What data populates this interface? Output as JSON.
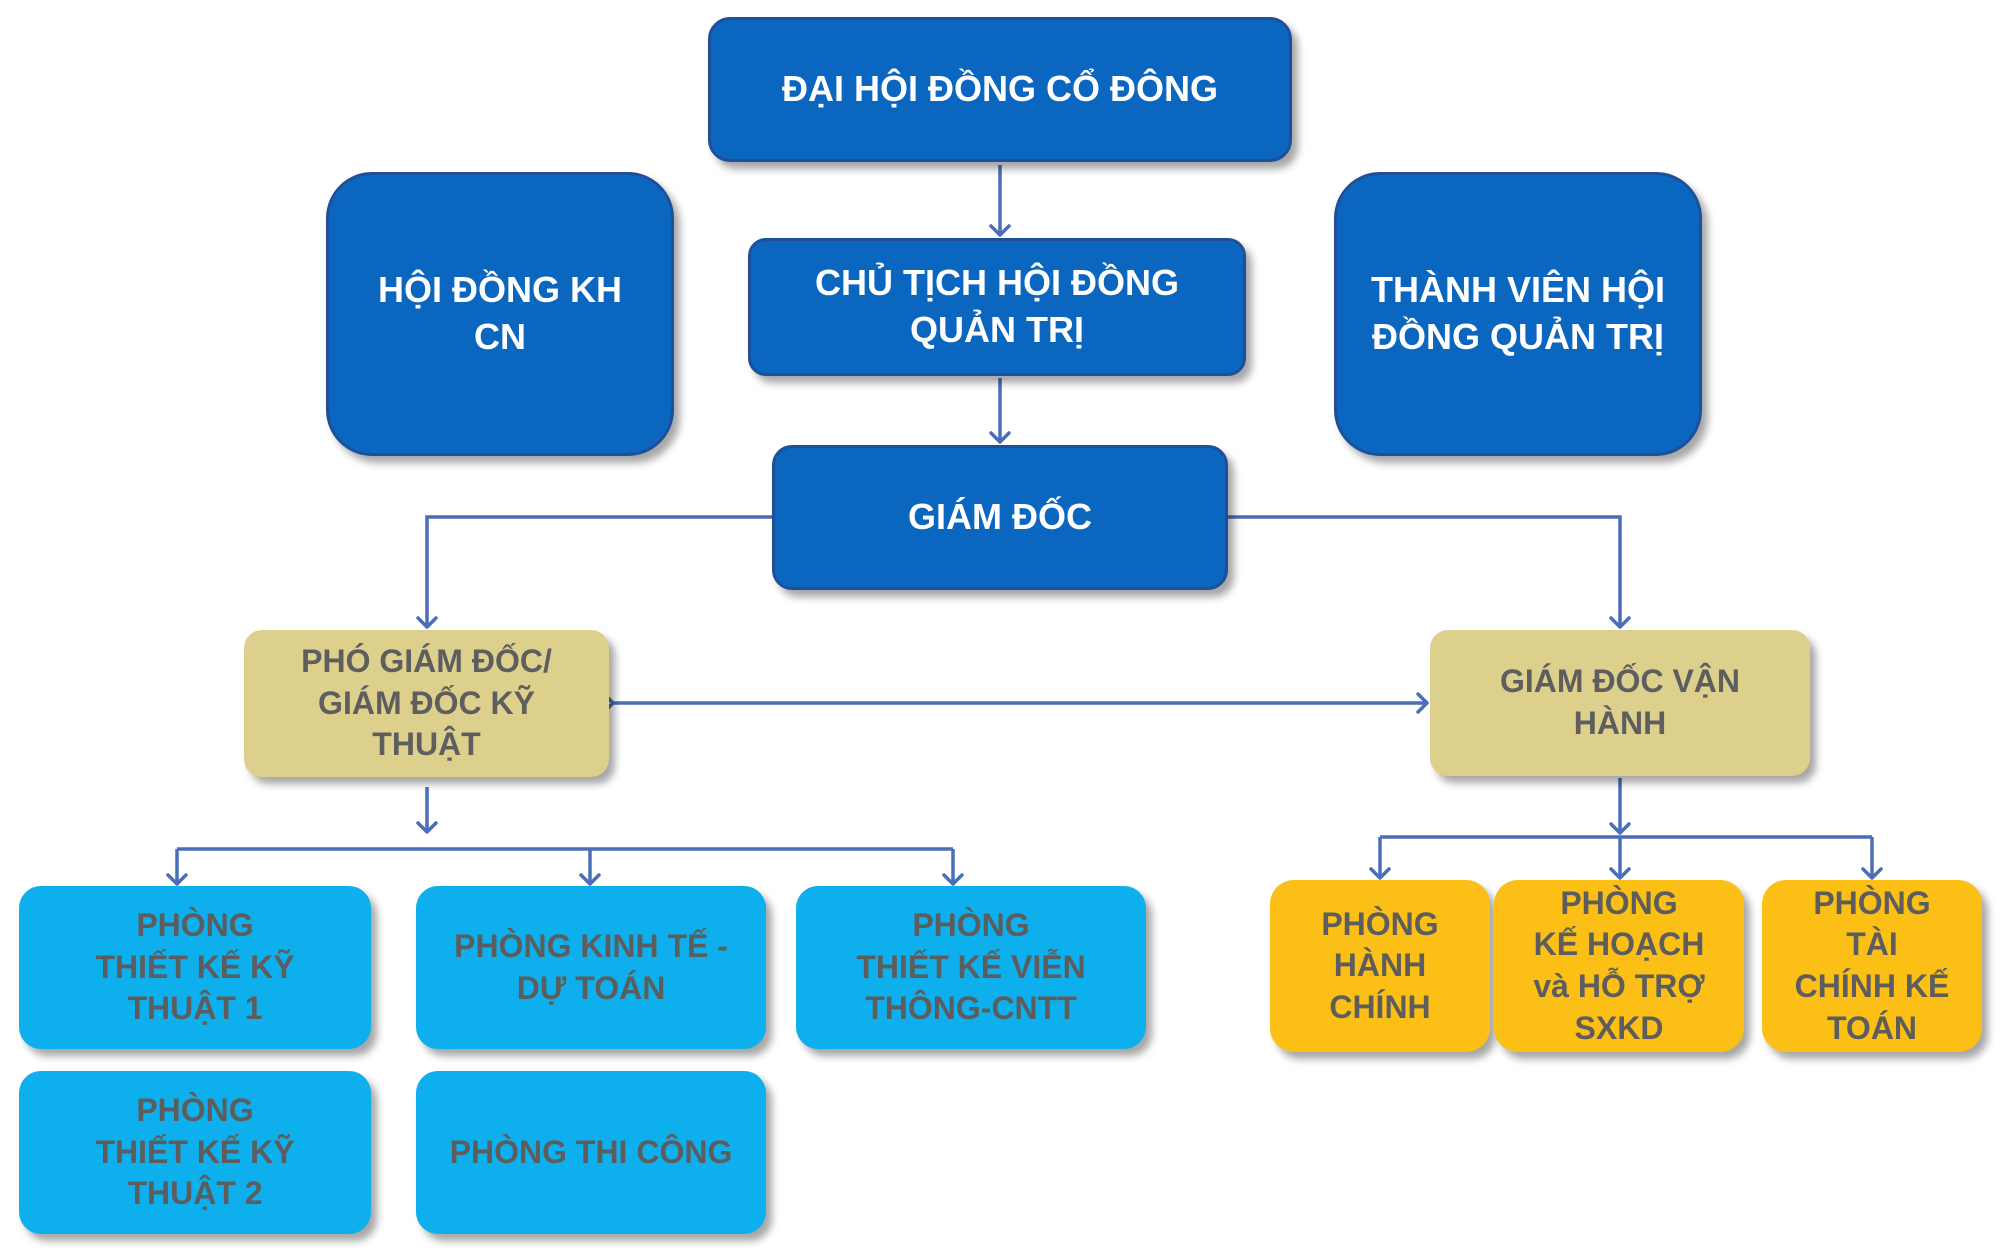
{
  "colors": {
    "connector": "#4a6fb8",
    "leadership": "#0b66bf",
    "director_level": "#ddd08c",
    "technical_departments": "#0db0ec",
    "operations_departments": "#fcbf16"
  },
  "nodes": {
    "shareholders": [
      "ĐẠI HỘI ĐỒNG CỔ ĐÔNG"
    ],
    "science_council": [
      "HỘI ĐỒNG KH",
      "CN"
    ],
    "board_chairman": [
      "CHỦ TỊCH HỘI ĐỒNG",
      "QUẢN TRỊ"
    ],
    "board_member": [
      "THÀNH VIÊN HỘI",
      "ĐỒNG QUẢN TRỊ"
    ],
    "director": [
      "GIÁM ĐỐC"
    ],
    "deputy_director": [
      "PHÓ GIÁM ĐỐC/",
      "GIÁM ĐỐC KỸ",
      "THUẬT"
    ],
    "operations_director": [
      "GIÁM ĐỐC VẬN",
      "HÀNH"
    ],
    "tech_design_1": [
      "PHÒNG",
      "THIẾT KẾ KỸ",
      "THUẬT 1"
    ],
    "economics_estimate": [
      "PHÒNG KINH TẾ -",
      "DỰ TOÁN"
    ],
    "telecom_it_design": [
      "PHÒNG",
      "THIẾT KẾ VIỄN",
      "THÔNG-CNTT"
    ],
    "tech_design_2": [
      "PHÒNG",
      "THIẾT KẾ KỸ",
      "THUẬT 2"
    ],
    "construction": [
      "PHÒNG THI CÔNG"
    ],
    "administration": [
      "PHÒNG",
      "HÀNH",
      "CHÍNH"
    ],
    "planning_support": [
      "PHÒNG",
      "KẾ HOẠCH",
      "và HỖ TRỢ",
      "SXKD"
    ],
    "finance_accounting": [
      "PHÒNG",
      "TÀI",
      "CHÍNH KẾ",
      "TOÁN"
    ]
  },
  "edges": [
    {
      "from": "shareholders",
      "to": "board_chairman"
    },
    {
      "from": "board_chairman",
      "to": "director"
    },
    {
      "from": "director",
      "to": "deputy_director"
    },
    {
      "from": "director",
      "to": "operations_director"
    },
    {
      "from": "deputy_director",
      "to": "operations_director",
      "bidirectional": true
    },
    {
      "from": "deputy_director",
      "to": "tech_design_1"
    },
    {
      "from": "deputy_director",
      "to": "economics_estimate"
    },
    {
      "from": "deputy_director",
      "to": "telecom_it_design"
    },
    {
      "from": "operations_director",
      "to": "administration"
    },
    {
      "from": "operations_director",
      "to": "planning_support"
    },
    {
      "from": "operations_director",
      "to": "finance_accounting"
    }
  ]
}
